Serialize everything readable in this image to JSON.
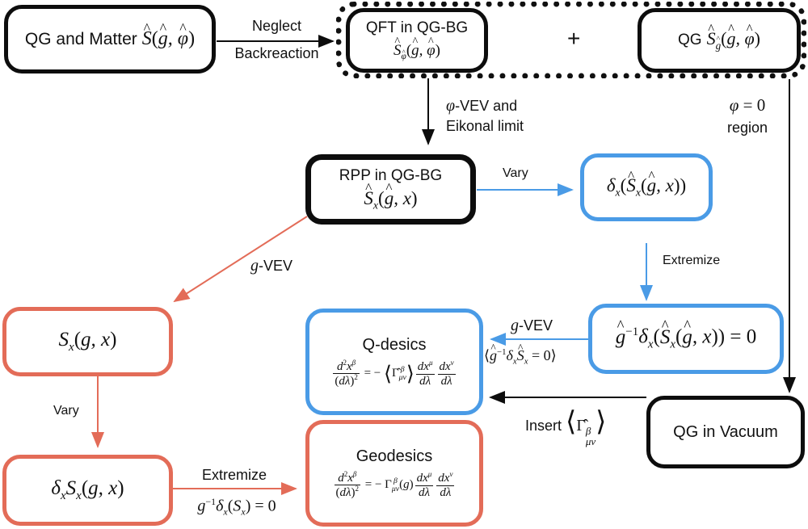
{
  "colors": {
    "black": "#0d0d0d",
    "blue": "#4a9be6",
    "red": "#e36c58"
  },
  "nodes": {
    "qg_matter": {
      "text": "QG and Matter",
      "math": "S(g, φ)"
    },
    "qft_bg": {
      "title": "QFT in QG-BG",
      "math": "S_φ(g, φ)"
    },
    "plus": "+",
    "qg_action": {
      "text": "QG",
      "math": "S_g(g, φ)"
    },
    "rpp": {
      "title": "RPP in QG-BG",
      "math": "S_x(g, x)"
    },
    "delta_hat": {
      "math": "δ_x(S_x(g, x))"
    },
    "extremize_hat": {
      "math": "g⁻¹δ_x(S_x(g, x)) = 0"
    },
    "s_classical": {
      "math": "S_x(g, x)"
    },
    "delta_classical": {
      "math": "δ_x S_x(g, x)"
    },
    "qdesics": {
      "title": "Q-desics",
      "equation": "d²x^β/(dλ)² = −⟨Γ̂^β_μν⟩ dx^μ/dλ dx^ν/dλ"
    },
    "geodesics": {
      "title": "Geodesics",
      "equation": "d²x^β/(dλ)² = −Γ^β_μν(g) dx^μ/dλ dx^ν/dλ"
    },
    "vacuum": {
      "text": "QG in Vacuum"
    }
  },
  "edges": {
    "neglect": {
      "line1": "Neglect",
      "line2": "Backreaction"
    },
    "phi_vev": {
      "line1": "-VEV and",
      "line1_sym": "φ",
      "line2": "Eikonal limit"
    },
    "phi_zero": {
      "line1": "φ = 0",
      "line2": "region"
    },
    "vary_blue": "Vary",
    "extremize_blue": "Extremize",
    "g_vev_red": {
      "sym": "g",
      "text": "-VEV"
    },
    "g_vev_blue": {
      "sym": "g",
      "text": "-VEV",
      "condition": "⟨g⁻¹δ_x S_x = 0⟩"
    },
    "insert": {
      "text": "Insert",
      "math": "⟨Γ̂^β_μν⟩"
    },
    "vary_red": "Vary",
    "extremize_red": {
      "text": "Extremize",
      "condition": "g⁻¹δ_x(S_x) = 0"
    }
  }
}
